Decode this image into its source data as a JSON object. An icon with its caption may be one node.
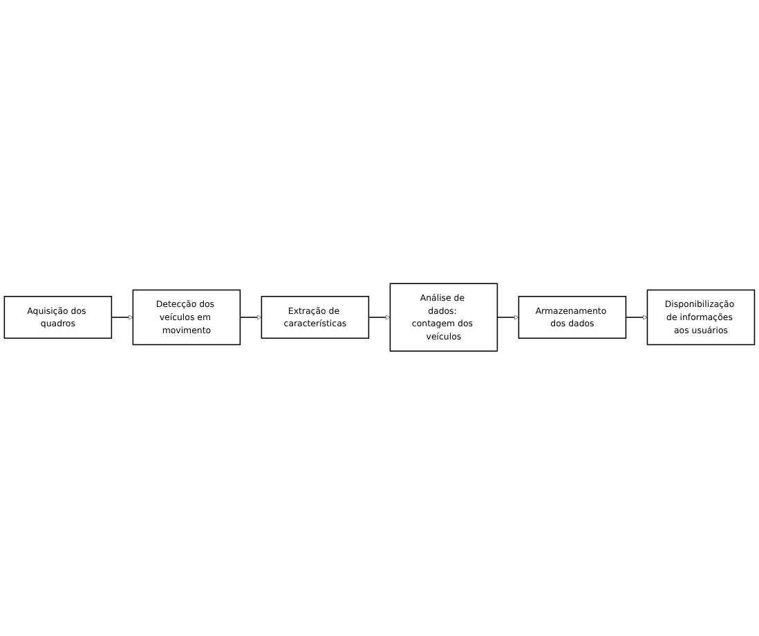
{
  "diagram": {
    "nodes": [
      {
        "text": [
          "Aquisição dos quadros"
        ]
      },
      {
        "text": [
          "Detecção dos veículos em movimento"
        ]
      },
      {
        "text": [
          "Extração de características"
        ]
      },
      {
        "text": [
          "Análise de dados: contagem dos veículos"
        ]
      },
      {
        "text": [
          "Armazenamento dos dados"
        ]
      },
      {
        "text": [
          "Disponibilização de informações aos usuários"
        ]
      }
    ],
    "edges": [
      {
        "from": 0,
        "to": 1,
        "arrow": "to"
      },
      {
        "from": 1,
        "to": 2,
        "arrow": "to"
      },
      {
        "from": 2,
        "to": 3,
        "arrow": "to"
      },
      {
        "from": 3,
        "to": 4,
        "arrow": "to"
      },
      {
        "from": 4,
        "to": 5,
        "arrow": "to"
      }
    ]
  }
}
